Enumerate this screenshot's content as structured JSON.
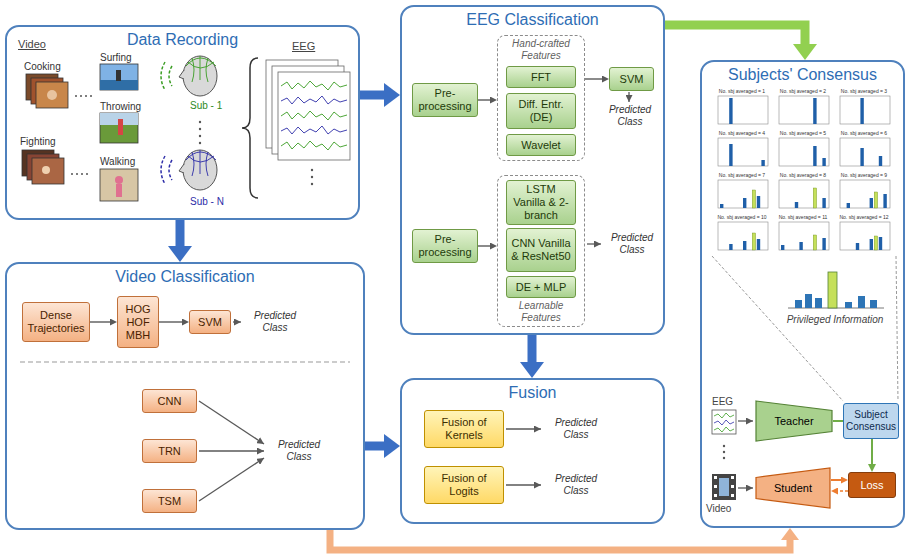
{
  "diagram": {
    "nodes": [
      {
        "text": [
          "Data Recording"
        ]
      },
      {
        "text": [
          "EEG Classification"
        ]
      },
      {
        "text": [
          "Pre-processing"
        ],
        "in": 1
      },
      {
        "text": [
          "Hand-crafted Features"
        ],
        "in": 1
      },
      {
        "text": [
          "FFT"
        ],
        "in": 3
      },
      {
        "text": [
          "Diff. Entr. (DE)"
        ],
        "in": 3
      },
      {
        "text": [
          "Wavelet"
        ],
        "in": 3
      },
      {
        "text": [
          "SVM"
        ],
        "in": 1
      },
      {
        "text": [
          "Pre-processing"
        ],
        "in": 1
      },
      {
        "text": [
          "Learnable Features"
        ],
        "in": 1
      },
      {
        "text": [
          "LSTM Vanilla & 2-branch"
        ],
        "in": 9
      },
      {
        "text": [
          "CNN Vanilla & ResNet50"
        ],
        "in": 9
      },
      {
        "text": [
          "DE + MLP"
        ],
        "in": 9
      },
      {
        "text": [
          "Subjects' Consensus"
        ]
      },
      {
        "text": [
          "Teacher"
        ],
        "in": 13
      },
      {
        "text": [
          "Subject Consensus"
        ],
        "in": 13
      },
      {
        "text": [
          "Student"
        ],
        "in": 13
      },
      {
        "text": [
          "Loss"
        ],
        "in": 13
      },
      {
        "text": [
          "Video Classification"
        ]
      },
      {
        "text": [
          "Dense Trajectories"
        ],
        "in": 18
      },
      {
        "text": [
          "HOG HOF MBH"
        ],
        "in": 18
      },
      {
        "text": [
          "SVM"
        ],
        "in": 18
      },
      {
        "text": [
          "CNN"
        ],
        "in": 18
      },
      {
        "text": [
          "TRN"
        ],
        "in": 18
      },
      {
        "text": [
          "TSM"
        ],
        "in": 18
      },
      {
        "text": [
          "Fusion"
        ]
      },
      {
        "text": [
          "Fusion of Kernels"
        ],
        "in": 25
      },
      {
        "text": [
          "Fusion of Logits"
        ],
        "in": 25
      }
    ],
    "edges": [
      {
        "from": 0,
        "to": 1,
        "arrow": "to"
      },
      {
        "from": 0,
        "to": 18,
        "arrow": "to"
      },
      {
        "from": 1,
        "to": 25,
        "arrow": "to"
      },
      {
        "from": 18,
        "to": 25,
        "arrow": "to"
      },
      {
        "from": 1,
        "to": 13,
        "arrow": "to"
      },
      {
        "from": 18,
        "to": 13,
        "arrow": "to"
      },
      {
        "from": 2,
        "to": 3,
        "arrow": "to"
      },
      {
        "from": 3,
        "to": 7,
        "arrow": "to"
      },
      {
        "from": 8,
        "to": 9,
        "arrow": "to"
      },
      {
        "from": 19,
        "to": 20,
        "arrow": "to"
      },
      {
        "from": 20,
        "to": 21,
        "arrow": "to"
      },
      {
        "from": 14,
        "to": 15,
        "arrow": "none"
      },
      {
        "from": 15,
        "to": 17,
        "arrow": "to"
      },
      {
        "from": 16,
        "to": 17,
        "arrow": "to"
      },
      {
        "from": 17,
        "to": 16,
        "arrow": "to"
      }
    ],
    "labels": [
      "Video",
      "Surfing",
      "Cooking",
      "Throwing",
      "Fighting",
      "Walking",
      "Sub - 1",
      "Sub - N",
      "EEG",
      "Predicted Class",
      "Predicted Class",
      "Predicted Class",
      "Predicted Class",
      "Predicted Class",
      "Predicted Class",
      "Privileged Information",
      "EEG",
      "Video",
      "No. sbj averaged = 1",
      "No. sbj averaged = 2",
      "No. sbj averaged = 3",
      "No. sbj averaged = 4",
      "No. sbj averaged = 5",
      "No. sbj averaged = 6",
      "No. sbj averaged = 7",
      "No. sbj averaged = 8",
      "No. sbj averaged = 9",
      "No. sbj averaged = 10",
      "No. sbj averaged = 11",
      "No. sbj averaged = 12"
    ]
  }
}
